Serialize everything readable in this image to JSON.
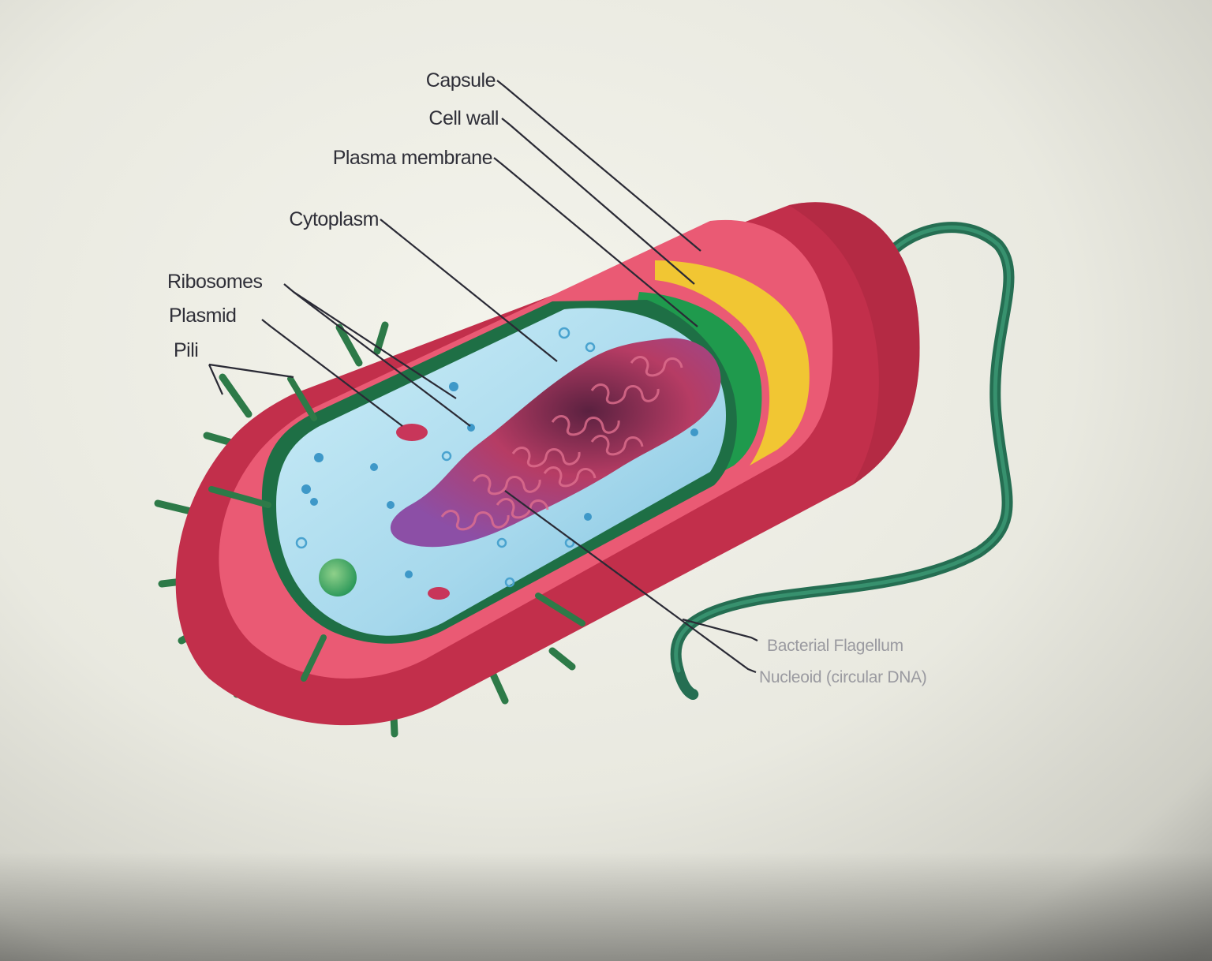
{
  "labels": {
    "capsule": "Capsule",
    "cell_wall": "Cell wall",
    "plasma_membrane": "Plasma membrane",
    "cytoplasm": "Cytoplasm",
    "ribosomes": "Ribosomes",
    "plasmid": "Plasmid",
    "pili": "Pili",
    "flagellum": "Bacterial Flagellum",
    "nucleoid": "Nucleoid (circular DNA)"
  },
  "colors": {
    "capsule": "#c8324e",
    "cell_wall_band": "#e8566f",
    "plasma_membrane": "#f2c632",
    "green_layer": "#1f9a4d",
    "cytoplasm": "#a9dcee",
    "nucleoid": "#d04060",
    "flagellum": "#2c7d5c",
    "pili": "#2f7a4a"
  }
}
